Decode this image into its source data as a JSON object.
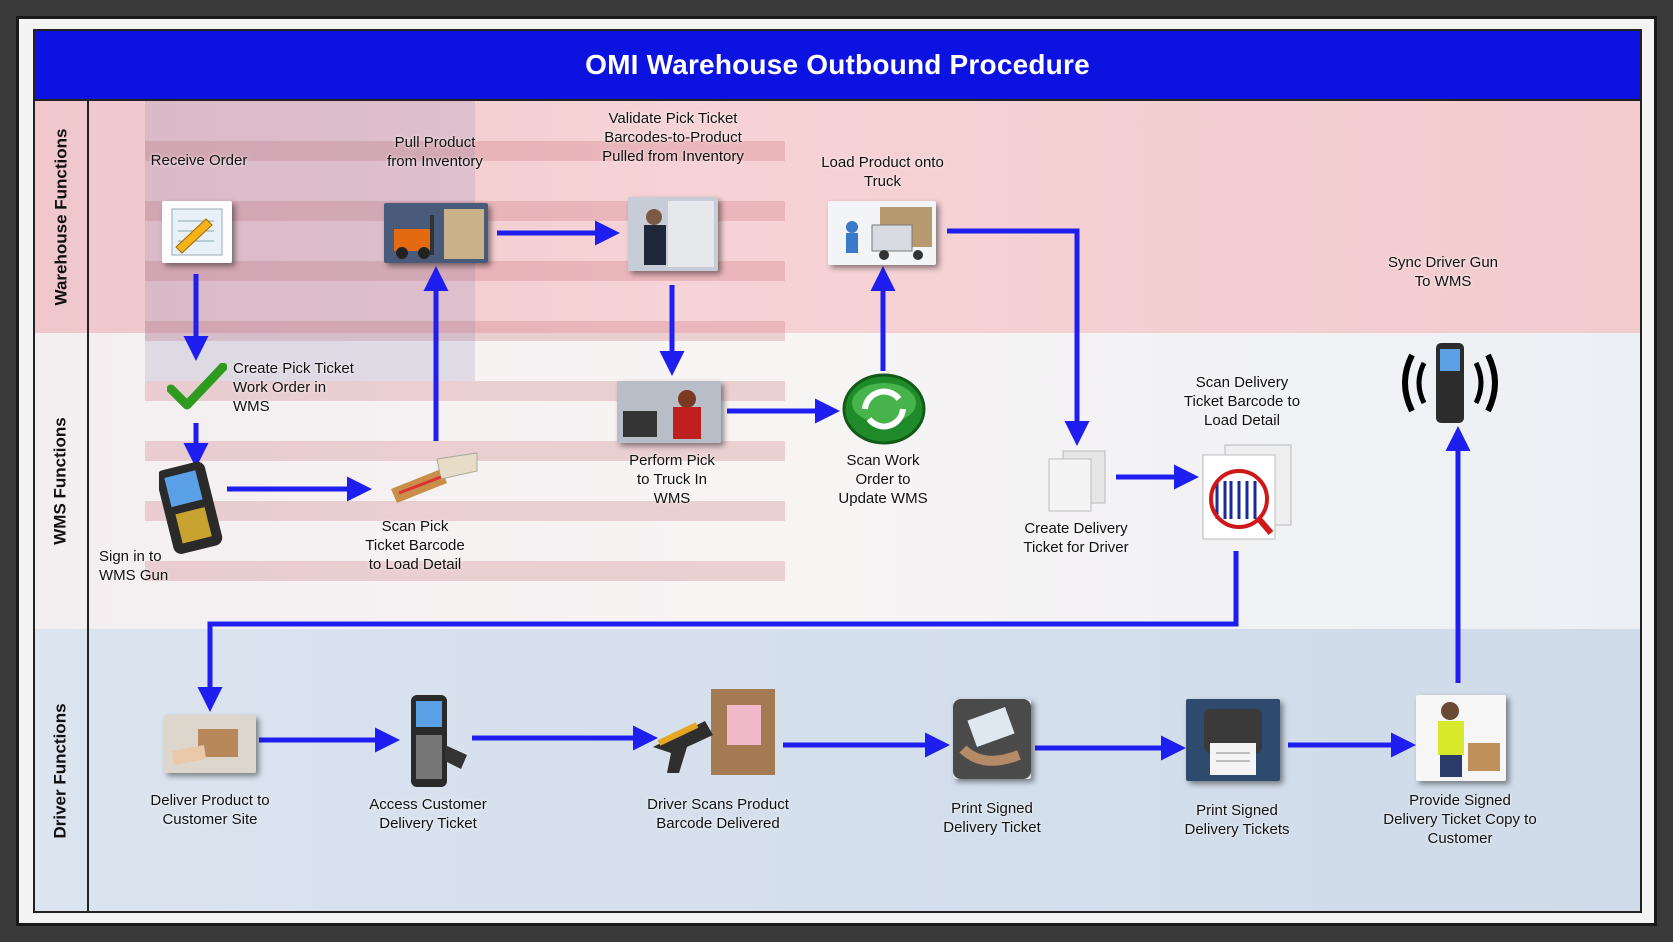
{
  "title": "OMI Warehouse Outbound Procedure",
  "lanes": {
    "warehouse": "Warehouse Functions",
    "wms": "WMS Functions",
    "driver": "Driver Functions"
  },
  "steps": {
    "receive_order": "Receive Order",
    "pull_product": "Pull Product from Inventory",
    "validate_pick": "Validate Pick Ticket Barcodes-to-Product Pulled from Inventory",
    "load_product": "Load Product onto Truck",
    "sync_driver": "Sync Driver Gun To WMS",
    "create_pick": "Create Pick Ticket Work Order in WMS",
    "sign_in": "Sign in to WMS Gun",
    "scan_pick": "Scan Pick Ticket Barcode to Load Detail",
    "perform_pick": "Perform Pick to Truck In WMS",
    "scan_work_order": "Scan Work Order to Update WMS",
    "create_delivery": "Create Delivery Ticket for Driver",
    "scan_delivery": "Scan Delivery Ticket Barcode to Load Detail",
    "deliver_product": "Deliver Product to Customer Site",
    "access_ticket": "Access Customer Delivery Ticket",
    "driver_scans": "Driver Scans Product Barcode Delivered",
    "print_signed_ticket": "Print Signed Delivery Ticket",
    "print_signed_tickets": "Print Signed Delivery Tickets",
    "provide_copy": "Provide Signed Delivery Ticket Copy to Customer"
  },
  "colors": {
    "title_bar": "#0c12e0",
    "arrow": "#1e1ef0",
    "warehouse_lane": "#f2cbcf",
    "wms_lane": "#f6f3f4",
    "driver_lane": "#d4dfec"
  }
}
